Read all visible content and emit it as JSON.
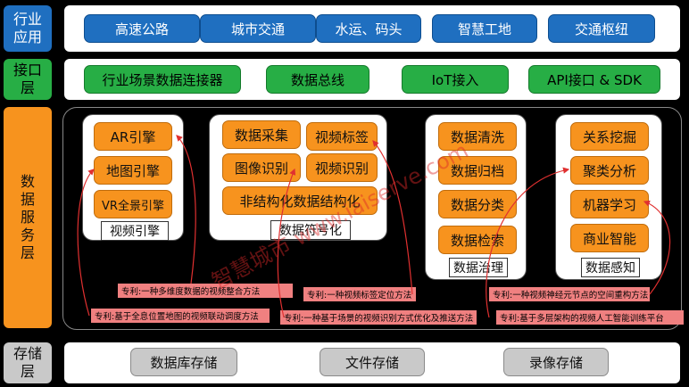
{
  "layers": {
    "application": {
      "label": "行业\n应用",
      "items": [
        "高速公路",
        "城市交通",
        "水运、码头",
        "智慧工地",
        "交通枢纽"
      ]
    },
    "interface": {
      "label": "接口\n层",
      "items": [
        "行业场景数据连接器",
        "数据总线",
        "IoT接入",
        "API接口 & SDK"
      ]
    },
    "data_service": {
      "label": "数\n据\n服\n务\n层",
      "groups": [
        {
          "title": "视频引擎",
          "items": [
            "AR引擎",
            "地图引擎",
            "VR全景引擎"
          ]
        },
        {
          "title": "数据符号化",
          "items": [
            "数据采集",
            "视频标签",
            "图像识别",
            "视频识别",
            "非结构化数据结构化"
          ]
        },
        {
          "title": "数据治理",
          "items": [
            "数据清洗",
            "数据归档",
            "数据分类",
            "数据检索"
          ]
        },
        {
          "title": "数据感知",
          "items": [
            "关系挖掘",
            "聚类分析",
            "机器学习",
            "商业智能"
          ]
        }
      ],
      "patents": [
        "专利:一种多维度数据的视频整合方法",
        "专利:基于全息位置地图的视频联动调度方法",
        "专利:一种视频标签定位方法",
        "专利:一种基于场景的视频识别方式优化及推送方法",
        "专利:一种视频神经元节点的空间重构方法",
        "专利:基于多层架构的视频人工智能训练平台"
      ]
    },
    "storage": {
      "label": "存储\n层",
      "items": [
        "数据库存储",
        "文件存储",
        "录像存储"
      ]
    }
  },
  "watermark": "智慧城市 www.iaiserve.com",
  "colors": {
    "application": "#1f6fc0",
    "interface": "#27ae45",
    "service": "#f7931e",
    "storage": "#c9c9c9",
    "arrow": "#e03030"
  }
}
